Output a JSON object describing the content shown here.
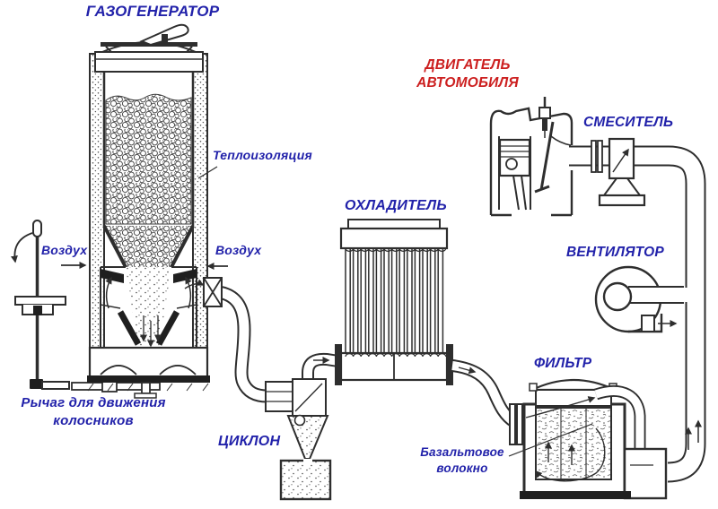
{
  "labels": {
    "generator": "ГАЗОГЕНЕРАТОР",
    "insulation": "Теплоизоляция",
    "air_left": "Воздух",
    "air_right": "Воздух",
    "grate_lever": "Рычаг для движения\nколосников",
    "cyclone": "ЦИКЛОН",
    "cooler": "ОХЛАДИТЕЛЬ",
    "engine": "ДВИГАТЕЛЬ\nАВТОМОБИЛЯ",
    "mixer": "СМЕСИТЕЛЬ",
    "fan": "ВЕНТИЛЯТОР",
    "filter": "ФИЛЬТР",
    "basalt_fiber": "Базальтовое\nволокно"
  },
  "colors": {
    "label_blue": "#2222aa",
    "label_red": "#cc1f1f",
    "line": "#2e2e2e",
    "background": "#ffffff"
  }
}
